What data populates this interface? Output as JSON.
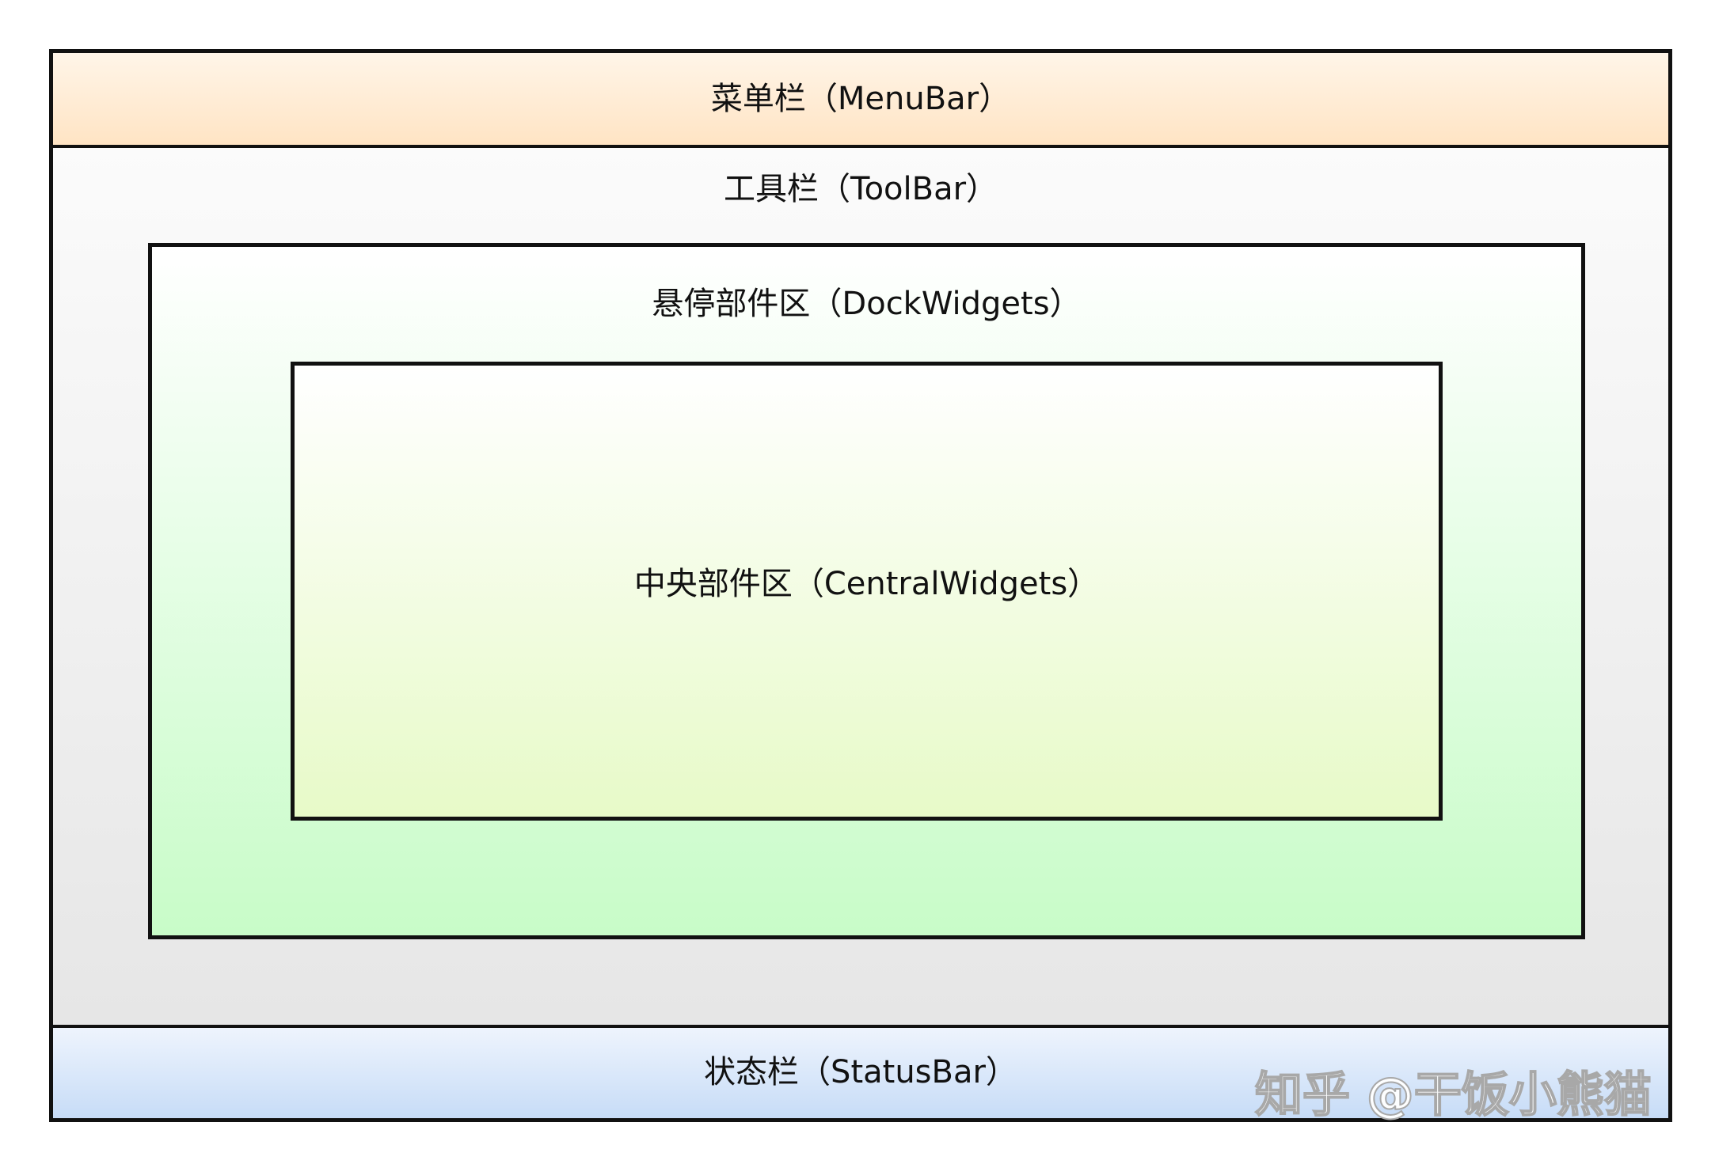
{
  "diagram": {
    "menubar": {
      "label": "菜单栏（MenuBar）"
    },
    "toolbar": {
      "label": "工具栏（ToolBar）"
    },
    "dock": {
      "label": "悬停部件区（DockWidgets）"
    },
    "central": {
      "label": "中央部件区（CentralWidgets）"
    },
    "statusbar": {
      "label": "状态栏（StatusBar）"
    }
  },
  "watermark": {
    "text": "知乎 @干饭小熊猫"
  },
  "colors": {
    "border": "#111111",
    "menubar_top": "#fff5e8",
    "menubar_bottom": "#ffe4c4",
    "toolbar_top": "#fbfbfb",
    "toolbar_bottom": "#e6e6e6",
    "dock_top": "#ffffff",
    "dock_bottom": "#c8fcc8",
    "central_top": "#ffffff",
    "central_bottom": "#e7fac8",
    "statusbar_top": "#eef4fd",
    "statusbar_bottom": "#c7dcf7"
  }
}
